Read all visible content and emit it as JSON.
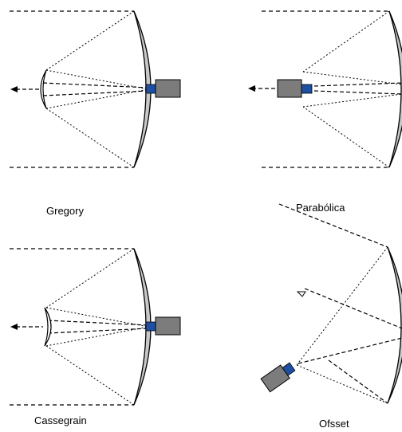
{
  "captions": {
    "gregory": "Gregory",
    "parabolica": "Parabólica",
    "cassegrain": "Cassegrain",
    "ofsset": "Ofsset"
  },
  "colors": {
    "dish_fill": "#c8c8c8",
    "feed_box": "#7c7c7c",
    "feed_horn": "#1f4fa0",
    "line": "#000000"
  }
}
